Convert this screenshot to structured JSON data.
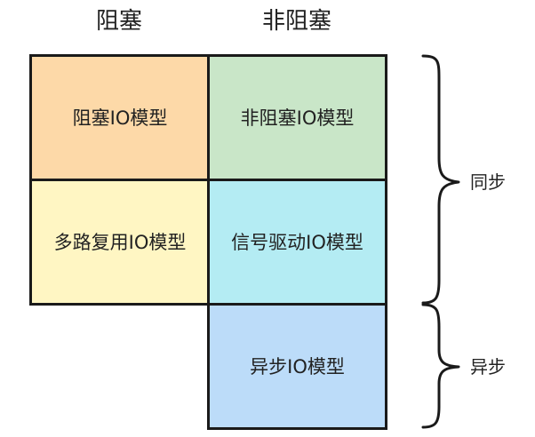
{
  "columns": {
    "blocking": "阻塞",
    "non_blocking": "非阻塞"
  },
  "rows": {
    "sync": "同步",
    "async": "异步"
  },
  "cells": {
    "blocking_io": {
      "label": "阻塞IO模型",
      "color": "#fdd9a8"
    },
    "non_blocking_io": {
      "label": "非阻塞IO模型",
      "color": "#c9e6c8"
    },
    "multiplexing_io": {
      "label": "多路复用IO模型",
      "color": "#fff6c3"
    },
    "signal_driven_io": {
      "label": "信号驱动IO模型",
      "color": "#b4ecf3"
    },
    "async_io": {
      "label": "异步IO模型",
      "color": "#bcdcf9"
    }
  }
}
